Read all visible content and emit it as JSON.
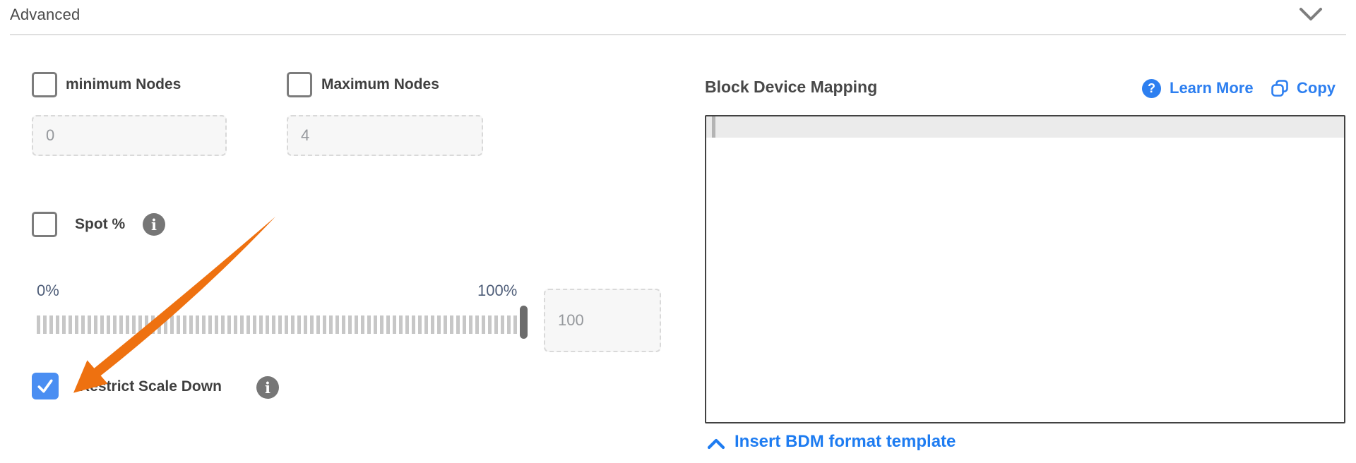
{
  "accordion": {
    "title": "Advanced",
    "chevron_icon": "chevron-down"
  },
  "form": {
    "min_nodes": {
      "label": "minimum Nodes",
      "checked": false,
      "value": "0"
    },
    "max_nodes": {
      "label": "Maximum Nodes",
      "checked": false,
      "value": "4"
    },
    "spot": {
      "label": "Spot %",
      "checked": false,
      "info_icon": "info-icon"
    },
    "slider": {
      "min_label": "0%",
      "max_label": "100%",
      "position_percent": 100,
      "value": "100"
    },
    "restrict_scale_down": {
      "label": "Restrict Scale Down",
      "checked": true,
      "info_icon": "info-icon"
    }
  },
  "bdm": {
    "title": "Block Device Mapping",
    "learn_more_label": "Learn More",
    "copy_label": "Copy",
    "editor_value": "",
    "insert_template_label": "Insert BDM format template"
  },
  "annotations": {
    "arrow": {
      "shape": "orange-arrow",
      "points_to": "restrict-scale-down-checkbox",
      "color": "#ee7110"
    }
  },
  "colors": {
    "accent_blue": "#2d7ff0",
    "link_blue": "#1e7cf1",
    "checkbox_checked_blue": "#4a8ef2",
    "arrow_orange": "#ee7110",
    "slider_label_slate": "#4f5e79",
    "info_gray": "#767676"
  }
}
